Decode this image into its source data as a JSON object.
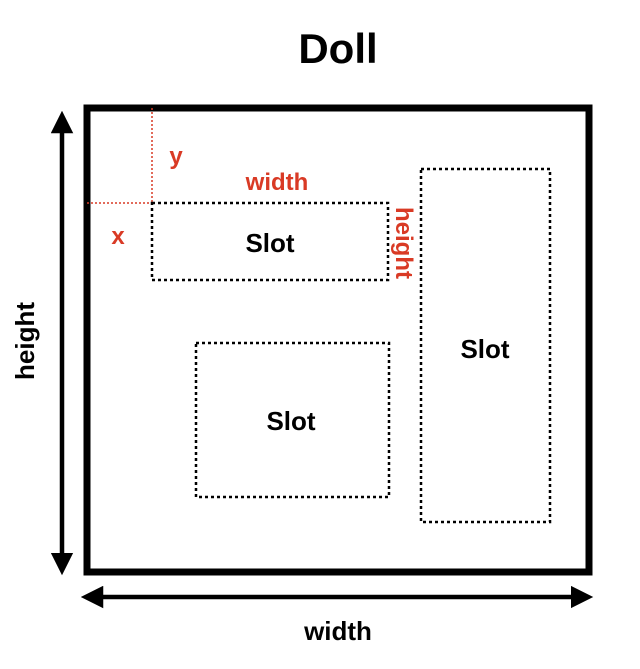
{
  "title": "Doll",
  "doll": {
    "width_label": "width",
    "height_label": "height"
  },
  "slots": [
    {
      "label": "Slot"
    },
    {
      "label": "Slot"
    },
    {
      "label": "Slot"
    }
  ],
  "annotations": {
    "x_label": "x",
    "y_label": "y",
    "width_label": "width",
    "height_label": "height"
  },
  "colors": {
    "annotation": "#d93a25",
    "outline": "#000000"
  }
}
